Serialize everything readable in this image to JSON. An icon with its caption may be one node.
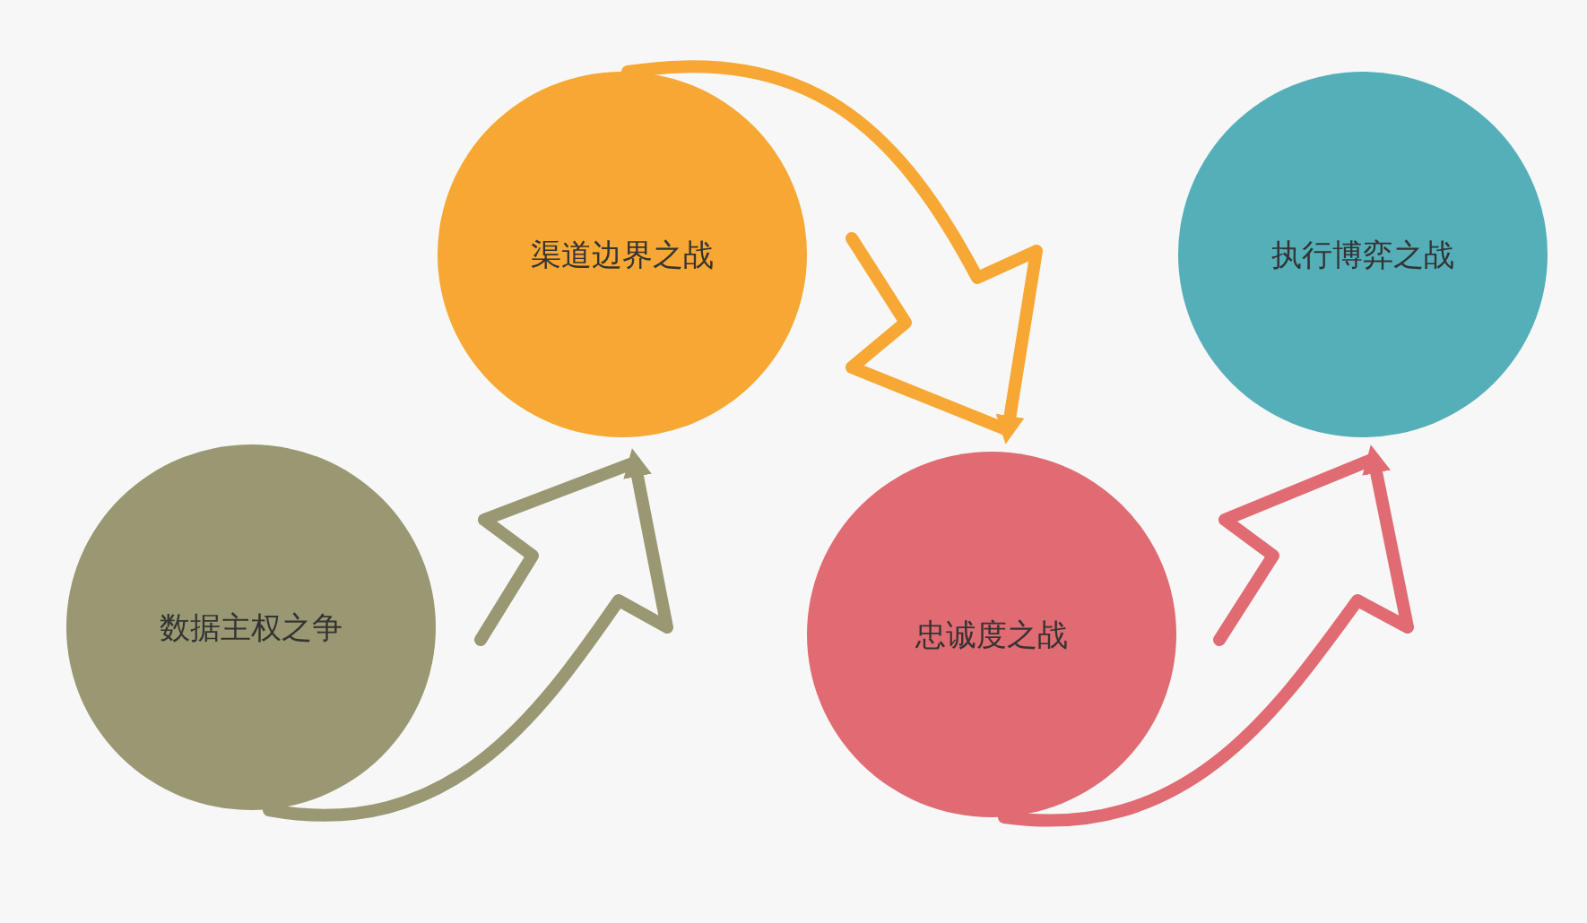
{
  "diagram": {
    "nodes": [
      {
        "text": [
          "数据主权之争"
        ]
      },
      {
        "text": [
          "渠道边界之战"
        ]
      },
      {
        "text": [
          "忠诚度之战"
        ]
      },
      {
        "text": [
          "执行博弈之战"
        ]
      }
    ],
    "edges": [
      {
        "from": 0,
        "to": 1,
        "arrow": "to",
        "color": "#999872"
      },
      {
        "from": 1,
        "to": 2,
        "arrow": "to",
        "color": "#f7a733"
      },
      {
        "from": 2,
        "to": 3,
        "arrow": "to",
        "color": "#e06b72"
      }
    ]
  }
}
